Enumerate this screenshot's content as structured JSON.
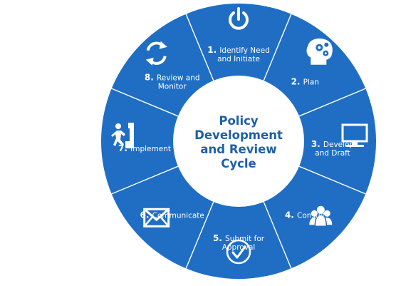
{
  "diagram": {
    "center_title_lines": [
      "Policy",
      "Development",
      "and Review",
      "Cycle"
    ],
    "colors": {
      "ring": "#1f6ec4",
      "ring_dark": "#1a5fae",
      "divider": "#ffffff",
      "center_bg": "#ffffff",
      "center_text": "#1e5fa8"
    },
    "steps": [
      {
        "num": "1.",
        "lines": [
          "Identify Need",
          "and Initiate"
        ],
        "icon": "power-icon"
      },
      {
        "num": "2.",
        "lines": [
          "Plan"
        ],
        "icon": "head-gears-icon"
      },
      {
        "num": "3.",
        "lines": [
          "Develop",
          "and Draft"
        ],
        "icon": "monitor-icon"
      },
      {
        "num": "4.",
        "lines": [
          "Consult"
        ],
        "icon": "people-group-icon"
      },
      {
        "num": "5.",
        "lines": [
          "Submit for",
          "Approval"
        ],
        "icon": "checkmark-circle-icon"
      },
      {
        "num": "6.",
        "lines": [
          "Communicate"
        ],
        "icon": "envelope-icon"
      },
      {
        "num": "7.",
        "lines": [
          "Implement"
        ],
        "icon": "climber-icon"
      },
      {
        "num": "8.",
        "lines": [
          "Review and",
          "Monitor"
        ],
        "icon": "cycle-arrows-icon"
      }
    ]
  }
}
